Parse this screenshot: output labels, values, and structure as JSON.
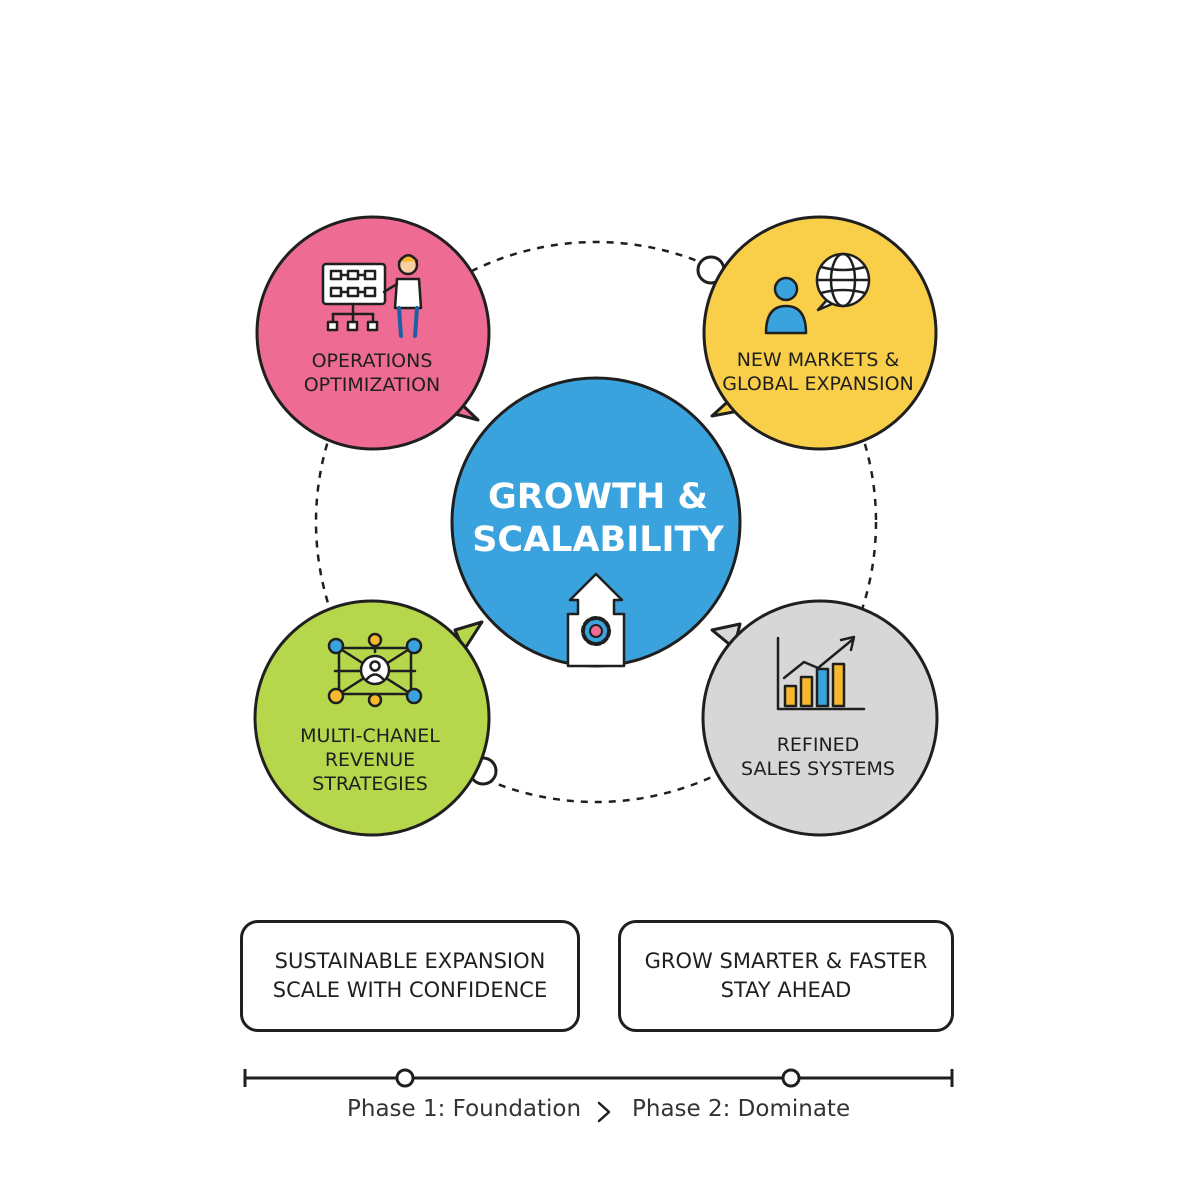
{
  "center": {
    "title_line1": "GROWTH &",
    "title_line2": "SCALABILITY",
    "color": "#3aa3dd",
    "icon": "arrow-up-gear-icon"
  },
  "nodes": [
    {
      "id": "operations",
      "line1": "OPERATIONS",
      "line2": "OPTIMIZATION",
      "color": "#ee6b93",
      "icon": "presenter-flowchart-icon"
    },
    {
      "id": "markets",
      "line1": "NEW MARKETS &",
      "line2": "GLOBAL EXPANSION",
      "color": "#f9cf4a",
      "icon": "person-globe-icon"
    },
    {
      "id": "revenue",
      "line1": "MULTI-CHANEL",
      "line2": "REVENUE",
      "line3": "STRATEGIES",
      "color": "#b6d74b",
      "icon": "network-person-icon"
    },
    {
      "id": "sales",
      "line1": "REFINED",
      "line2": "SALES SYSTEMS",
      "color": "#d7d7d7",
      "icon": "bar-chart-growth-icon"
    }
  ],
  "boxes": [
    {
      "line1": "SUSTAINABLE EXPANSION",
      "line2": "SCALE WITH CONFIDENCE"
    },
    {
      "line1": "GROW SMARTER & FASTER",
      "line2": "STAY AHEAD"
    }
  ],
  "timeline": {
    "phase1": "Phase 1: Foundation",
    "separator_icon": "chevron-right-icon",
    "phase2": "Phase 2: Dominate"
  },
  "colors": {
    "outline": "#1f1f1f",
    "accent_blue": "#3aa3dd",
    "accent_yellow": "#f5b82e",
    "accent_pink": "#ee6b93"
  }
}
